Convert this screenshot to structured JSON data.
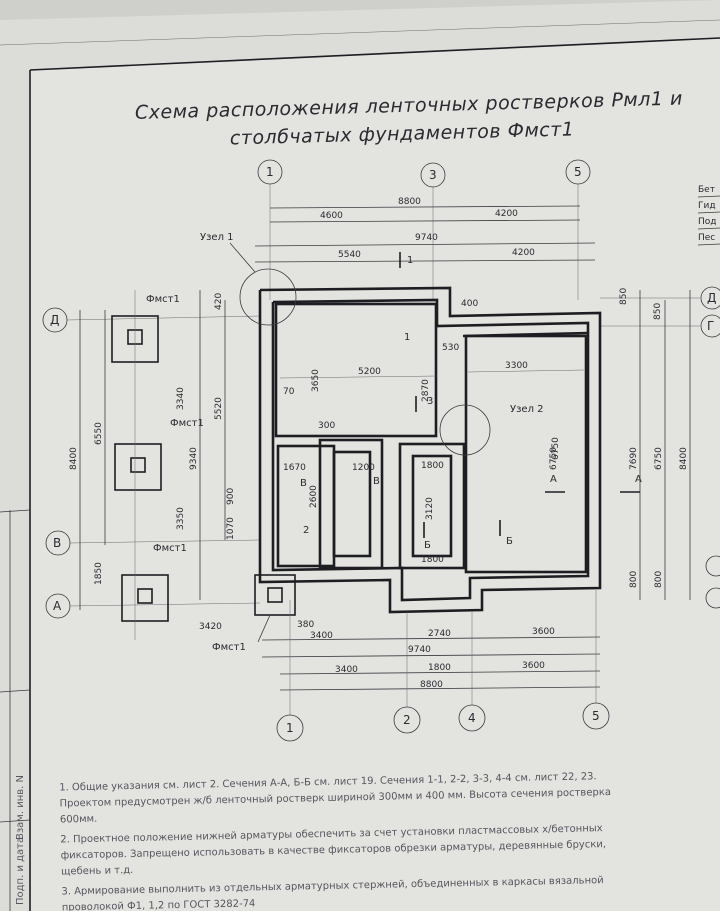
{
  "title": {
    "line1": "Схема расположения ленточных ростверков Рмл1 и",
    "line2": "столбчатых фундаментов Фмст1"
  },
  "axes": {
    "top": [
      "1",
      "3",
      "5"
    ],
    "bottom": [
      "1",
      "2",
      "4",
      "5"
    ],
    "left": [
      "Д",
      "В",
      "А"
    ],
    "right": [
      "Д",
      "Г"
    ]
  },
  "labels": {
    "node1": "Узел 1",
    "node2": "Узел 2",
    "fmst": "Фмст1",
    "sec_A": "А",
    "sec_B": "Б",
    "sec_V": "В",
    "sec_1": "1",
    "sec_2": "2",
    "sec_3": "3"
  },
  "right_legend": [
    "Бет",
    "Гид",
    "Под",
    "Пес"
  ],
  "dims": {
    "top1": [
      "4600",
      "4200"
    ],
    "top_total1": "8800",
    "top_total2": "9740",
    "top3": [
      "5540",
      "4200"
    ],
    "bot1": [
      "3400",
      "2740",
      "3600"
    ],
    "bot_total1": "9740",
    "bot2": [
      "3400",
      "1800",
      "3600"
    ],
    "bot_total2": "8800",
    "left_vert": [
      "8400",
      "6550",
      "1850",
      "9340",
      "5520",
      "420",
      "1070",
      "900",
      "3350",
      "3340"
    ],
    "right_vert": [
      "850",
      "850",
      "7690",
      "6750",
      "8400",
      "6750",
      "800",
      "800"
    ],
    "inner": [
      "5200",
      "3650",
      "2870",
      "3300",
      "6750",
      "1670",
      "2600",
      "1200",
      "1800",
      "3120",
      "1800",
      "400",
      "300",
      "70",
      "530",
      "380",
      "3420"
    ]
  },
  "notes": [
    "1. Общие указания см. лист 2. Сечения А-А, Б-Б см. лист 19. Сечения 1-1, 2-2, 3-3, 4-4 см. лист 22, 23.",
    "Проектом предусмотрен ж/б ленточный ростверк шириной 300мм и 400 мм. Высота сечения ростверка",
    "600мм.",
    "2. Проектное положение нижней арматуры обеспечить за счет установки пластмассовых х/бетонных",
    "фиксаторов. Запрещено использовать в качестве фиксаторов обрезки арматуры, деревянные бруски,",
    "щебень и т.д.",
    "3. Армирование выполнить из отдельных арматурных стержней, объединенных в каркасы вязальной",
    "проволокой Ф1, 1,2 по ГОСТ 3282-74"
  ],
  "stamp": [
    "Взам. инв. N",
    "Подп. и дата"
  ]
}
